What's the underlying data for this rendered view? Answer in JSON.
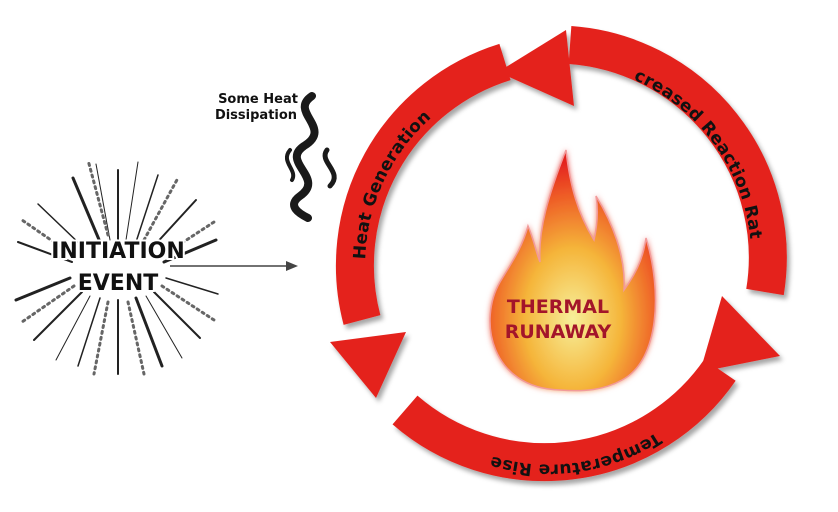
{
  "diagram": {
    "initiation_line1": "INITIATION",
    "initiation_line2": "EVENT",
    "dissipation_line1": "Some Heat",
    "dissipation_line2": "Dissipation",
    "center_line1": "THERMAL",
    "center_line2": "RUNAWAY",
    "cycle_labels": {
      "heat_generation": "Heat Generation",
      "increased_reaction_rate": "Increased Reaction Rate",
      "temperature_rise": "Temperature Rise"
    },
    "colors": {
      "arrow_red": "#e4231f",
      "arrow_shadow": "#8a0f0c",
      "flame_outer": "#e4231f",
      "flame_core": "#f6e27a",
      "center_text": "#a3152a"
    }
  }
}
